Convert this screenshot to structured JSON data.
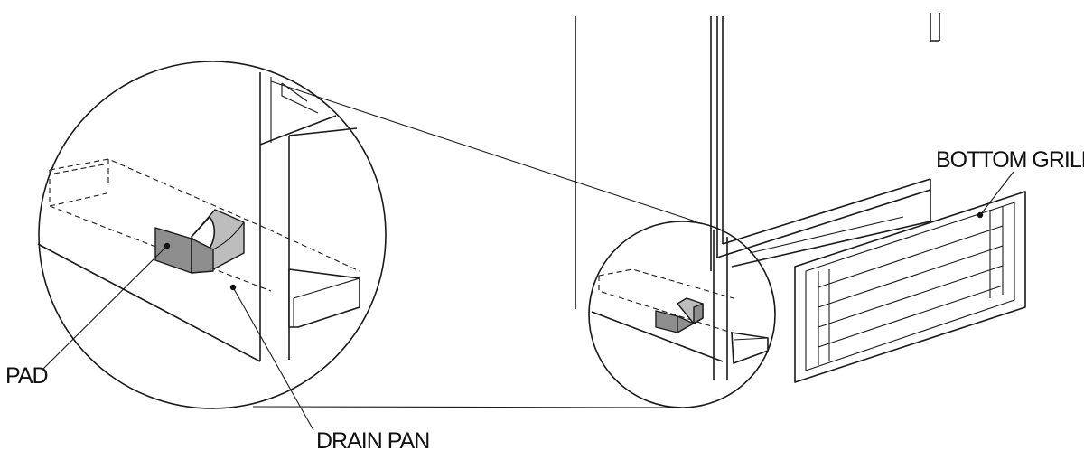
{
  "labels": {
    "pad": "PAD",
    "drain_pan": "DRAIN PAN",
    "bottom_grill": "BOTTOM GRILL"
  }
}
